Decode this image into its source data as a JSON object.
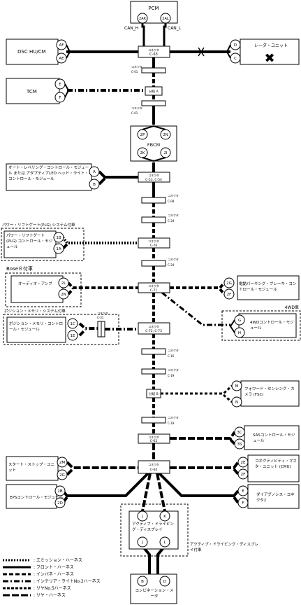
{
  "modules": {
    "pcm": {
      "label": "PCM"
    },
    "dsc": {
      "label": "DSC HU/CM"
    },
    "radar": {
      "label": "レーダ・ユニット"
    },
    "tcm": {
      "label": "TCM"
    },
    "fbcm": {
      "label": "FBCM"
    },
    "als": {
      "label": "オート・レベリング・コントロール・モジュール または アダプティブLED ヘッド・ライト・コントロール・モジュール"
    },
    "plg": {
      "label": "パワー・リフトゲート(PLG) コントロール・モジュール",
      "group": "パワー・リフトゲート(PLG) システム付車"
    },
    "audio": {
      "label": "オーディオ・アンプ",
      "group": "Bose®付車"
    },
    "epb": {
      "label": "電動パーキング・ブレーキ・コントロール・モジュール"
    },
    "memory": {
      "label": "ポジション・メモリ・コントロール・モジュール",
      "group": "ポジション・メモリ・システム付車"
    },
    "awd": {
      "label": "4WDコントロール・モジュール",
      "group": "4WD車"
    },
    "fsc": {
      "label": "フォワード・センシング・カメラ (FSC)"
    },
    "sas": {
      "label": "SASコントロール・モジュール"
    },
    "startstop": {
      "label": "スタート・ストップ・ユニット"
    },
    "cmu": {
      "label": "コネクティビティ・マスタ・ユニット (CMU)"
    },
    "eps": {
      "label": "EPSコントロール・モジュール"
    },
    "dlc2": {
      "label": "ダイアグノシス・コネクタ2"
    },
    "dsd": {
      "label": "アクティブ・ドライビング・ディスプレイ",
      "group": "アクティブ・ドライビング・ディスプレイ付車"
    },
    "meter": {
      "label": "コンビネーション・メータ"
    }
  },
  "pins": {
    "pcm_h": "2AK",
    "pcm_l": "2AL",
    "dsc_1": "AF",
    "dsc_2": "AE",
    "radar_1": "D",
    "radar_2": "C",
    "tcm_1": "E",
    "tcm_2": "F",
    "fbcm_1": "2P",
    "fbcm_2": "2N",
    "fbcm_3": "2K",
    "fbcm_4": "2I",
    "als_1": "A",
    "als_2": "B",
    "plg_1": "1B",
    "plg_2": "1A",
    "audio_1": "2L",
    "audio_2": "2N",
    "epb_1": "2G",
    "epb_2": "2F",
    "mem_1": "1C",
    "mem_2": "1E",
    "awd_1": "G",
    "awd_2": "H",
    "fsc_1": "M",
    "fsc_2": "N",
    "sas_1": "3C",
    "sas_2": "3S",
    "ss_1": "2M",
    "ss_2": "2G",
    "cmu_1": "2E",
    "cmu_2": "2F",
    "eps_1": "2B",
    "eps_2": "2D",
    "dlc_1": "E",
    "dlc_2": "F",
    "dsd_1": "J",
    "dsd_2": "K",
    "dsd_3": "J",
    "dsd_4": "L",
    "meter_1": "B",
    "meter_2": "D"
  },
  "can_labels": {
    "high": "CAN_H",
    "low": "CAN_L"
  },
  "connectors": {
    "c63": {
      "label": "コネクタ",
      "id": "C-63"
    },
    "c01a": {
      "label": "コネクタ",
      "id": "C-01"
    },
    "branch_a": {
      "label": "分岐 A"
    },
    "c01b": {
      "label": "コネクタ",
      "id": "C-01"
    },
    "c5354": {
      "label": "コネクタ",
      "id": "C-53, C-54"
    },
    "c08": {
      "label": "コネクタ",
      "id": "C-08"
    },
    "c24a": {
      "label": "コネクタ",
      "id": "C-24"
    },
    "c76": {
      "label": "コネクタ",
      "id": "C-76"
    },
    "c24b": {
      "label": "コネクタ",
      "id": "C-24"
    },
    "c71": {
      "label": "コネクタ",
      "id": "C-71"
    },
    "c31": {
      "label": "コネクタ",
      "id": "C-31"
    },
    "c7273": {
      "label": "コネクタ",
      "id": "C-72, C-73"
    },
    "c16": {
      "label": "コネクタ",
      "id": "C-16"
    },
    "c19a": {
      "label": "コネクタ",
      "id": "C-19"
    },
    "branch_b": {
      "label": "分岐 B"
    },
    "c19b": {
      "label": "コネクタ",
      "id": "C-19"
    },
    "c62": {
      "label": "コネクタ",
      "id": "C-62"
    },
    "c64": {
      "label": "コネクタ",
      "id": "C-64"
    }
  },
  "legend": [
    {
      "label": ": エミッション・ハーネス"
    },
    {
      "label": ": フロント・ハーネス"
    },
    {
      "label": ": インパネ・ハーネス"
    },
    {
      "label": ": インテリア・ライトNo.2ハーネス"
    },
    {
      "label": ": リヤNo.5ハーネス"
    },
    {
      "label": ": リヤ・ハーネス"
    }
  ]
}
